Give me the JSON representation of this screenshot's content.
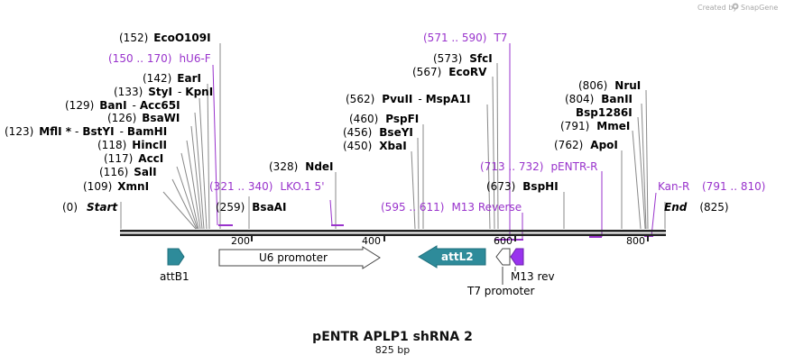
{
  "credit": "Created by",
  "brand": "SnapGene",
  "title": "pENTR APLP1 shRNA 2",
  "subtitle": "825 bp",
  "total_length": 825,
  "colors": {
    "backbone": "#222222",
    "primer": "#9933cc",
    "feature_teal": "#2e8b9a",
    "feature_white": "#ffffff",
    "m13rev": "#9933ee",
    "tick_line": "#999999"
  },
  "ticks": [
    "200",
    "400",
    "600",
    "800"
  ],
  "sites": [
    {
      "pos": "(152)",
      "name": "EcoO109I"
    },
    {
      "pos": "(142)",
      "name": "EarI"
    },
    {
      "pos": "(133)",
      "name": "StyI",
      "alt": "KpnI"
    },
    {
      "pos": "(129)",
      "name": "BanI",
      "alt": "Acc65I"
    },
    {
      "pos": "(126)",
      "name": "BsaWI"
    },
    {
      "pos": "(123)",
      "name": "MflI *",
      "alt": "BstYI",
      "alt2": "BamHI"
    },
    {
      "pos": "(118)",
      "name": "HincII"
    },
    {
      "pos": "(117)",
      "name": "AccI"
    },
    {
      "pos": "(116)",
      "name": "SalI"
    },
    {
      "pos": "(109)",
      "name": "XmnI"
    },
    {
      "pos": "(0)",
      "name": "Start"
    },
    {
      "pos": "(259)",
      "name": "BsaAI"
    },
    {
      "pos": "(328)",
      "name": "NdeI"
    },
    {
      "pos": "(562)",
      "name": "PvuII",
      "alt": "MspA1I"
    },
    {
      "pos": "(460)",
      "name": "PspFI"
    },
    {
      "pos": "(456)",
      "name": "BseYI"
    },
    {
      "pos": "(450)",
      "name": "XbaI"
    },
    {
      "pos": "(573)",
      "name": "SfcI"
    },
    {
      "pos": "(567)",
      "name": "EcoRV"
    },
    {
      "pos": "(673)",
      "name": "BspHI"
    },
    {
      "pos": "(762)",
      "name": "ApoI"
    },
    {
      "pos": "(806)",
      "name": "NruI"
    },
    {
      "pos": "(804)",
      "name": "BanII"
    },
    {
      "pos": "",
      "name": "Bsp1286I"
    },
    {
      "pos": "(791)",
      "name": "MmeI"
    },
    {
      "pos": "(825)",
      "name": "End"
    }
  ],
  "primers": [
    {
      "pos": "(150 .. 170)",
      "name": "hU6-F"
    },
    {
      "pos": "(321 .. 340)",
      "name": "LKO.1 5'"
    },
    {
      "pos": "(571 .. 590)",
      "name": "T7"
    },
    {
      "pos": "(595 .. 611)",
      "name": "M13 Reverse"
    },
    {
      "pos": "(713 .. 732)",
      "name": "pENTR-R"
    },
    {
      "pos": "(791 .. 810)",
      "name": "Kan-R"
    }
  ],
  "features": [
    {
      "name": "attB1"
    },
    {
      "name": "U6 promoter"
    },
    {
      "name": "attL2"
    },
    {
      "name": "T7 promoter"
    },
    {
      "name": "M13 rev"
    }
  ]
}
